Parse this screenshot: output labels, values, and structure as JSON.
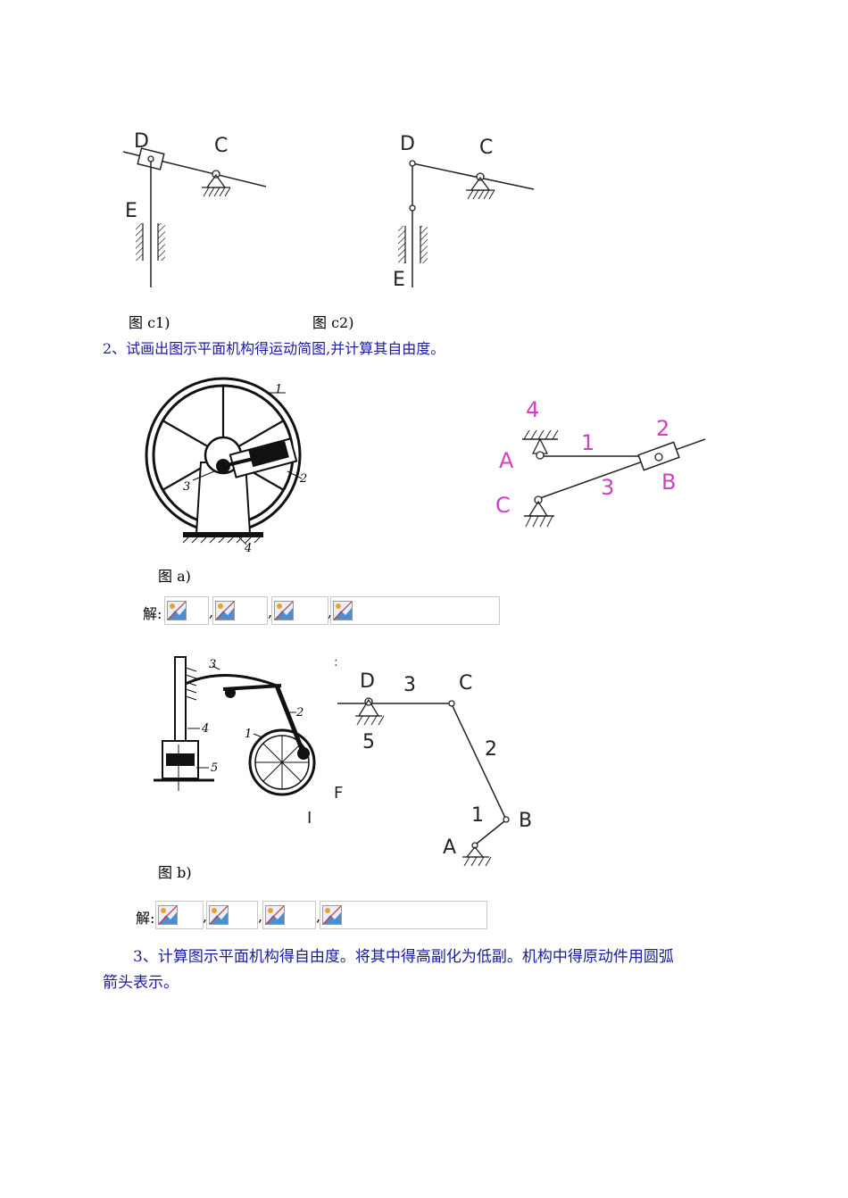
{
  "figures": {
    "c1": {
      "caption": "图 c1)",
      "labels": {
        "D": "D",
        "C": "C",
        "E": "E"
      }
    },
    "c2": {
      "caption": "图 c2)",
      "labels": {
        "D": "D",
        "C": "C",
        "E": "E"
      }
    },
    "a": {
      "caption": "图 a)",
      "photo_numbers": [
        "1",
        "2",
        "3",
        "4"
      ],
      "diagram_labels": {
        "n4": "4",
        "A": "A",
        "n1": "1",
        "n2": "2",
        "B": "B",
        "n3": "3",
        "C": "C"
      }
    },
    "b": {
      "caption": "图 b)",
      "photo_numbers": [
        "3",
        "2",
        "4",
        "1",
        "5"
      ],
      "photo_marks": [
        "F",
        "I"
      ],
      "diagram_labels": {
        "D": "D",
        "n3": "3",
        "C": "C",
        "n5": "5",
        "n2": "2",
        "n1": "1",
        "B": "B",
        "A": "A"
      }
    }
  },
  "questions": {
    "q2": "2、试画出图示平面机构得运动简图,并计算其自由度。",
    "q3_line1": "3、计算图示平面机构得自由度。将其中得高副化为低副。机构中得原动件用圆弧",
    "q3_line2": "箭头表示。"
  },
  "answers": {
    "a": {
      "prefix": "解:",
      "separator": ","
    },
    "b": {
      "prefix": "解:",
      "separator": ","
    }
  },
  "colors": {
    "question_text": "#1a1aa0",
    "diagram_labels": "#d040c0"
  }
}
